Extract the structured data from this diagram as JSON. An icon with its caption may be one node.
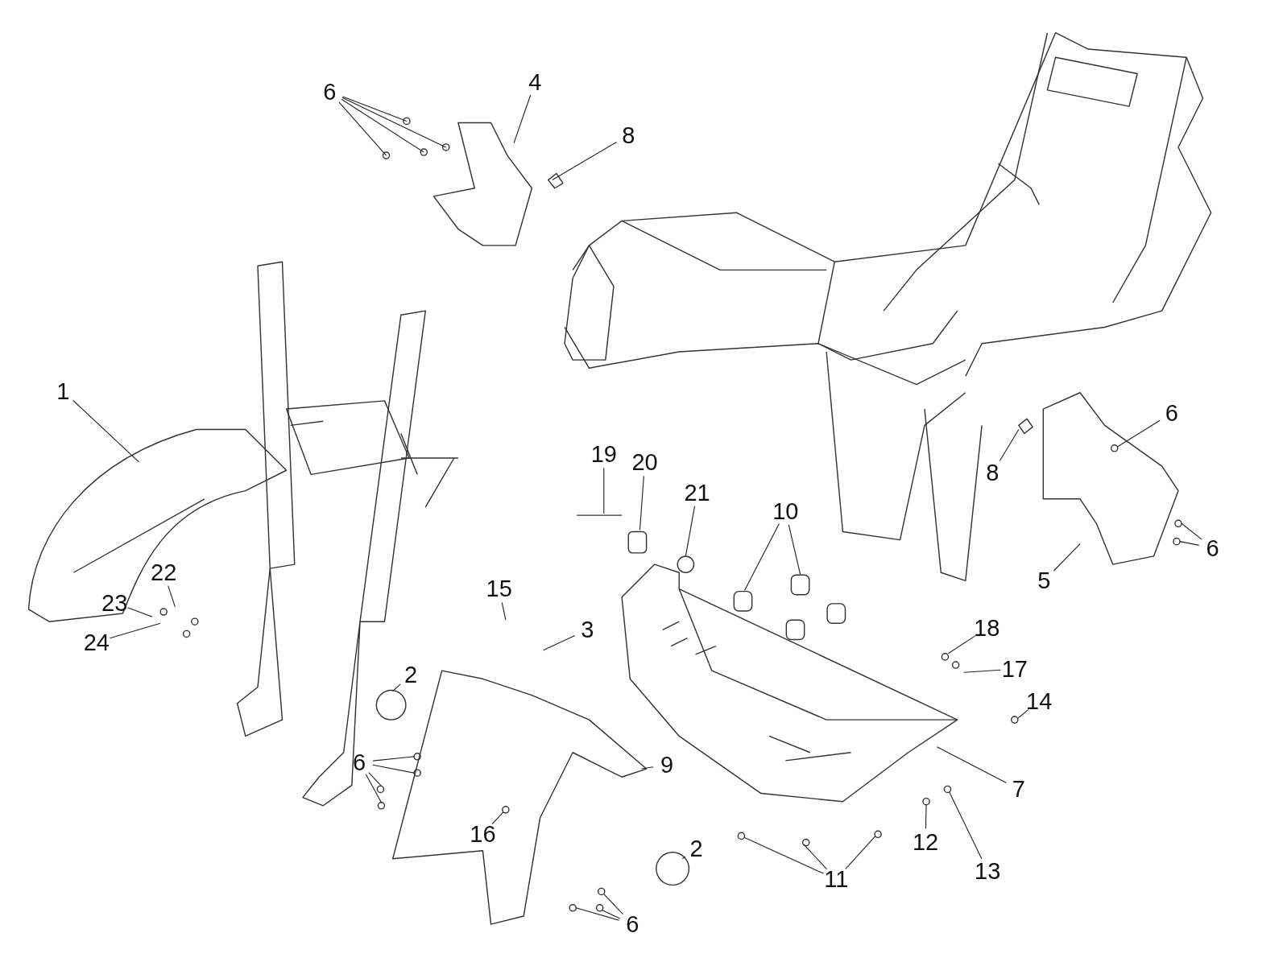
{
  "diagram": {
    "nodes": [
      {
        "text": [
          "6"
        ]
      },
      {
        "text": [
          "4"
        ]
      },
      {
        "text": [
          "8"
        ]
      },
      {
        "text": [
          "1"
        ]
      },
      {
        "text": [
          "19"
        ]
      },
      {
        "text": [
          "20"
        ]
      },
      {
        "text": [
          "21"
        ]
      },
      {
        "text": [
          "10"
        ]
      },
      {
        "text": [
          "6"
        ]
      },
      {
        "text": [
          "8"
        ]
      },
      {
        "text": [
          "6"
        ]
      },
      {
        "text": [
          "5"
        ]
      },
      {
        "text": [
          "22"
        ]
      },
      {
        "text": [
          "23"
        ]
      },
      {
        "text": [
          "24"
        ]
      },
      {
        "text": [
          "15"
        ]
      },
      {
        "text": [
          "3"
        ]
      },
      {
        "text": [
          "2"
        ]
      },
      {
        "text": [
          "18"
        ]
      },
      {
        "text": [
          "17"
        ]
      },
      {
        "text": [
          "14"
        ]
      },
      {
        "text": [
          "6"
        ]
      },
      {
        "text": [
          "9"
        ]
      },
      {
        "text": [
          "7"
        ]
      },
      {
        "text": [
          "16"
        ]
      },
      {
        "text": [
          "12"
        ]
      },
      {
        "text": [
          "13"
        ]
      },
      {
        "text": [
          "11"
        ]
      },
      {
        "text": [
          "2"
        ]
      },
      {
        "text": [
          "6"
        ]
      }
    ],
    "edges": [
      {
        "from": 0,
        "to": null,
        "arrow": "none"
      },
      {
        "from": 0,
        "to": null,
        "arrow": "none"
      },
      {
        "from": 0,
        "to": null,
        "arrow": "none"
      },
      {
        "from": 0,
        "to": null,
        "arrow": "none"
      },
      {
        "from": 1,
        "to": null,
        "arrow": "none"
      },
      {
        "from": 2,
        "to": null,
        "arrow": "none"
      },
      {
        "from": 3,
        "to": null,
        "arrow": "none"
      },
      {
        "from": 4,
        "to": null,
        "arrow": "none"
      },
      {
        "from": 5,
        "to": null,
        "arrow": "none"
      },
      {
        "from": 6,
        "to": null,
        "arrow": "none"
      },
      {
        "from": 7,
        "to": null,
        "arrow": "none"
      },
      {
        "from": 7,
        "to": null,
        "arrow": "none"
      },
      {
        "from": 8,
        "to": null,
        "arrow": "none"
      },
      {
        "from": 9,
        "to": null,
        "arrow": "none"
      },
      {
        "from": 10,
        "to": null,
        "arrow": "none"
      },
      {
        "from": 10,
        "to": null,
        "arrow": "none"
      },
      {
        "from": 11,
        "to": null,
        "arrow": "none"
      },
      {
        "from": 12,
        "to": null,
        "arrow": "none"
      },
      {
        "from": 13,
        "to": null,
        "arrow": "none"
      },
      {
        "from": 14,
        "to": null,
        "arrow": "none"
      },
      {
        "from": 15,
        "to": null,
        "arrow": "none"
      },
      {
        "from": 16,
        "to": null,
        "arrow": "none"
      },
      {
        "from": 17,
        "to": null,
        "arrow": "none"
      },
      {
        "from": 18,
        "to": null,
        "arrow": "none"
      },
      {
        "from": 19,
        "to": null,
        "arrow": "none"
      },
      {
        "from": 20,
        "to": null,
        "arrow": "none"
      },
      {
        "from": 21,
        "to": null,
        "arrow": "none"
      },
      {
        "from": 21,
        "to": null,
        "arrow": "none"
      },
      {
        "from": 21,
        "to": null,
        "arrow": "none"
      },
      {
        "from": 21,
        "to": null,
        "arrow": "none"
      },
      {
        "from": 22,
        "to": null,
        "arrow": "none"
      },
      {
        "from": 23,
        "to": null,
        "arrow": "none"
      },
      {
        "from": 24,
        "to": null,
        "arrow": "none"
      },
      {
        "from": 25,
        "to": null,
        "arrow": "none"
      },
      {
        "from": 26,
        "to": null,
        "arrow": "none"
      },
      {
        "from": 27,
        "to": null,
        "arrow": "none"
      },
      {
        "from": 27,
        "to": null,
        "arrow": "none"
      },
      {
        "from": 27,
        "to": null,
        "arrow": "none"
      },
      {
        "from": 28,
        "to": null,
        "arrow": "none"
      },
      {
        "from": 29,
        "to": null,
        "arrow": "none"
      },
      {
        "from": 29,
        "to": null,
        "arrow": "none"
      },
      {
        "from": 29,
        "to": null,
        "arrow": "none"
      }
    ]
  }
}
